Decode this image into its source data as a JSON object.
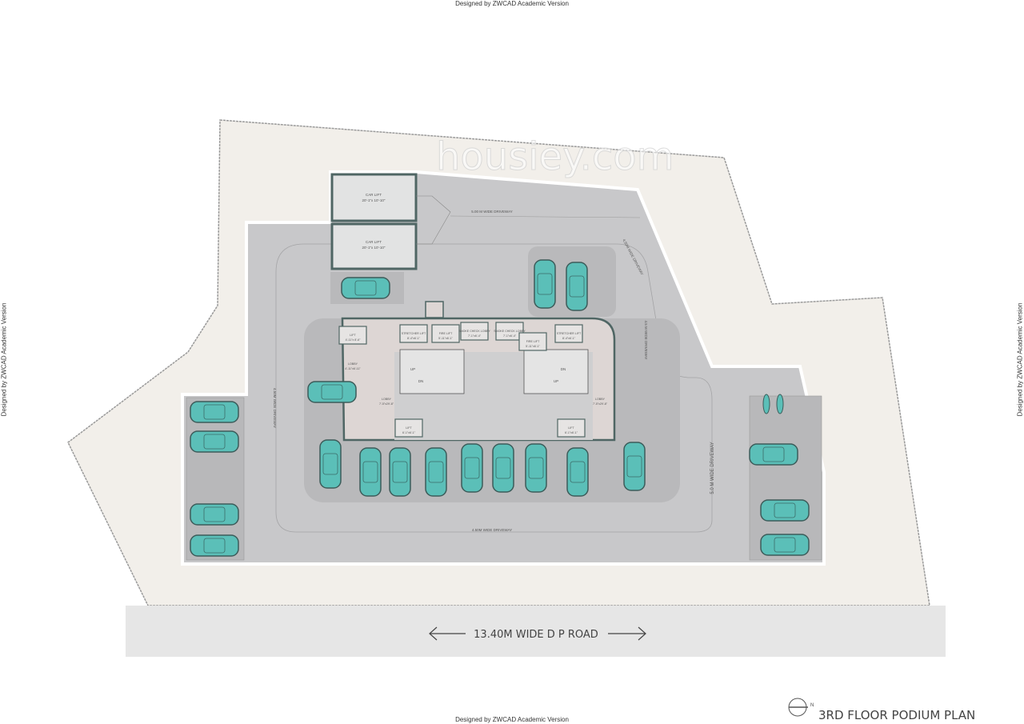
{
  "watermarks": {
    "top": "Designed by ZWCAD Academic Version",
    "bottom": "Designed by ZWCAD Academic Version",
    "left": "Designed by ZWCAD Academic Version",
    "right": "Designed by ZWCAD Academic Version",
    "brand": "housiey.com"
  },
  "plan": {
    "title": "3RD FLOOR PODIUM PLAN",
    "north_label": "N",
    "road_label": "13.40M WIDE D P ROAD",
    "driveways": {
      "top": "5.00 M WIDE DRIVEWAY",
      "top_right": "4.50M WIDE DRIVEWAY",
      "right_inner": "4.5 M WIDE DRIVEWAY",
      "right": "5.0 M WIDE DRIVEWAY",
      "left": "4.50M WIDE DRIVEWAY",
      "bottom": "4.50M WIDE DRIVEWAY"
    },
    "car_lifts": [
      {
        "name": "CAR LIFT",
        "size": "20'-1\"x 10'-10\""
      },
      {
        "name": "CAR LIFT",
        "size": "20'-1\"x 10'-10\""
      }
    ],
    "rooms": {
      "lift_nw": {
        "name": "LIFT",
        "size": "4'-11\"x 8'-6\""
      },
      "lobby_w_small": {
        "name": "LOBBY",
        "size": "4'-11\"x6'-11\""
      },
      "lobby_w": {
        "name": "LOBBY",
        "size": "7'-5\"x29'-8\""
      },
      "stretcher_lift_1": {
        "name": "STRETCHER LIFT",
        "size": "8'-4\"x6'-1\""
      },
      "fire_lift_1": {
        "name": "FIRE LIFT",
        "size": "5'-11\"x6'-1\""
      },
      "smoke_check_1": {
        "name": "SMOKE CHECK LOBBY",
        "size": "7'-1\"x6'-4\""
      },
      "smoke_check_2": {
        "name": "SMOKE CHECK LOBBY",
        "size": "7'-1\"x6'-4\""
      },
      "fire_lift_2": {
        "name": "FIRE LIFT",
        "size": "5'-11\"x6'-1\""
      },
      "stretcher_lift_2": {
        "name": "STRETCHER LIFT",
        "size": "8'-4\"x6'-1\""
      },
      "lobby_e": {
        "name": "LOBBY",
        "size": "7'-5\"x29'-8\""
      },
      "lift_sw": {
        "name": "LIFT",
        "size": "6'-1\"x6'-1\""
      },
      "lift_se": {
        "name": "LIFT",
        "size": "6'-1\"x6'-1\""
      }
    },
    "stairs": {
      "up": "UP",
      "dn": "DN"
    },
    "colors": {
      "car": "#5bbfb8",
      "site": "#f2efea",
      "podium": "#c8c8ca",
      "core": "#ddd6d4",
      "wall": "#4f6664",
      "road": "#e6e6e6"
    }
  }
}
